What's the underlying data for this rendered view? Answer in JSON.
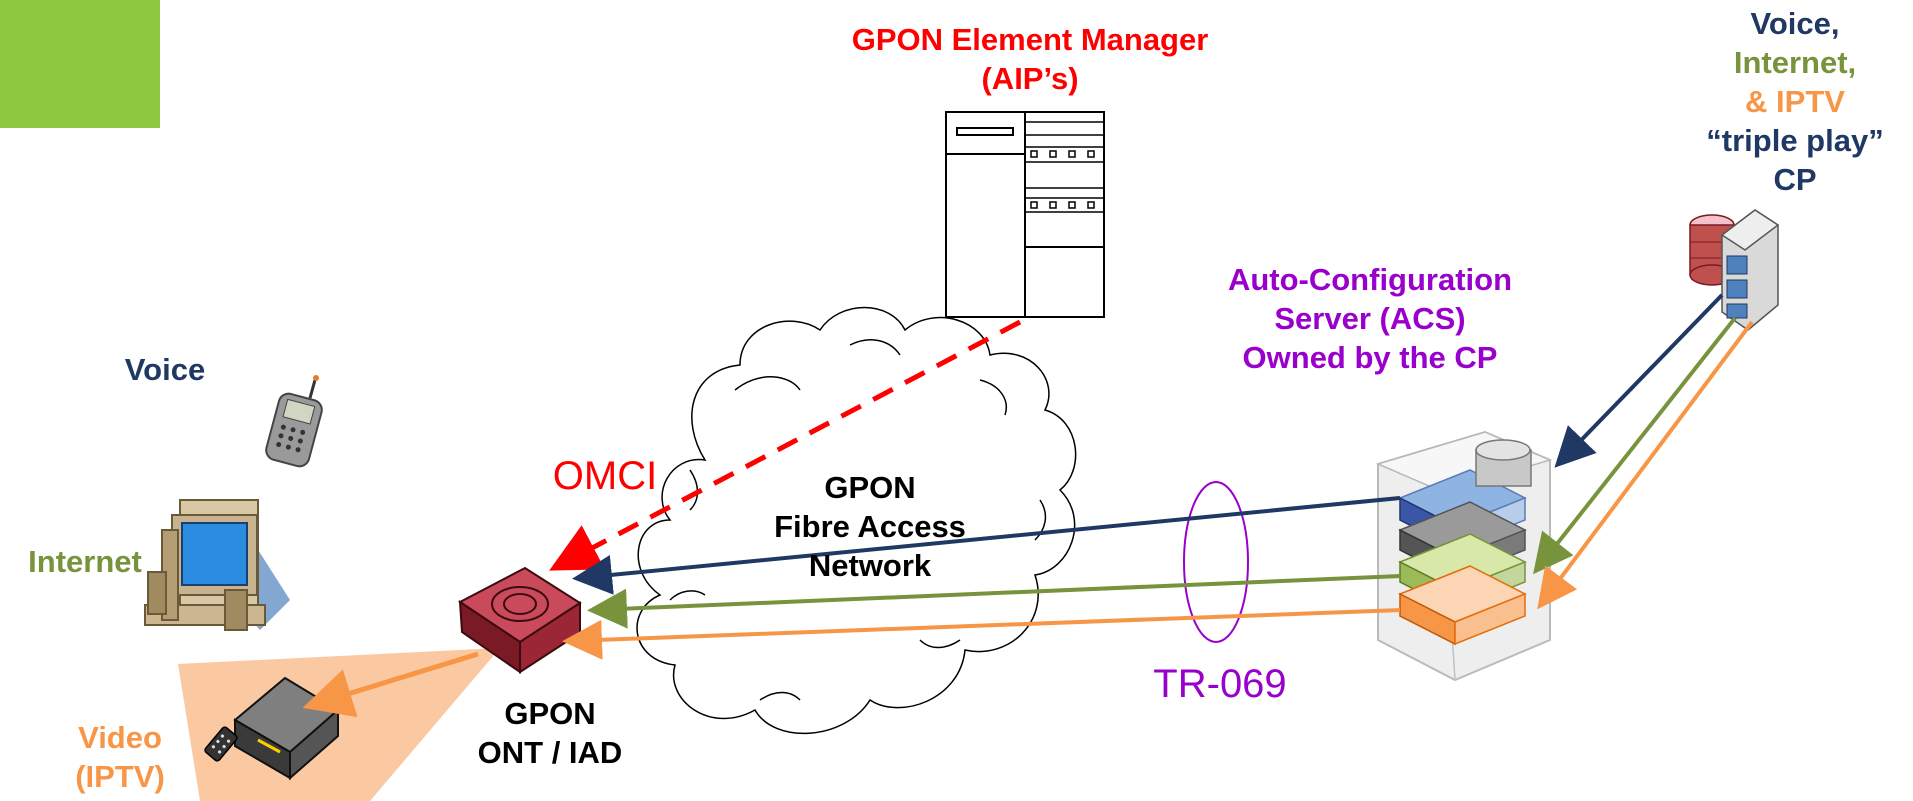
{
  "colors": {
    "accent_tab": "#8dc63f",
    "voice": "#1f3864",
    "internet": "#77933c",
    "video": "#f79646",
    "omci": "#ff0000",
    "acs": "#9900cc",
    "em_title": "#ff0000",
    "black": "#000000"
  },
  "labels": {
    "em_line1": "GPON Element Manager",
    "em_line2": "(AIP’s)",
    "cp_voice": "Voice,",
    "cp_internet": "Internet,",
    "cp_iptv": "& IPTV",
    "cp_triple": "“triple play”",
    "cp_cp": "CP",
    "acs_line1": "Auto-Configuration",
    "acs_line2": "Server (ACS)",
    "acs_line3": "Owned by the CP",
    "voice": "Voice",
    "internet": "Internet",
    "video_line1": "Video",
    "video_line2": "(IPTV)",
    "omci": "OMCI",
    "cloud_line1": "GPON",
    "cloud_line2": "Fibre Access",
    "cloud_line3": "Network",
    "ont_line1": "GPON",
    "ont_line2": "ONT / IAD",
    "tr069": "TR-069"
  },
  "icons": [
    "server-rack-icon",
    "cloud-icon",
    "mobile-phone-icon",
    "desktop-computer-icon",
    "ont-device-icon",
    "set-top-box-icon",
    "remote-control-icon",
    "acs-server-icon",
    "cp-server-icon"
  ]
}
